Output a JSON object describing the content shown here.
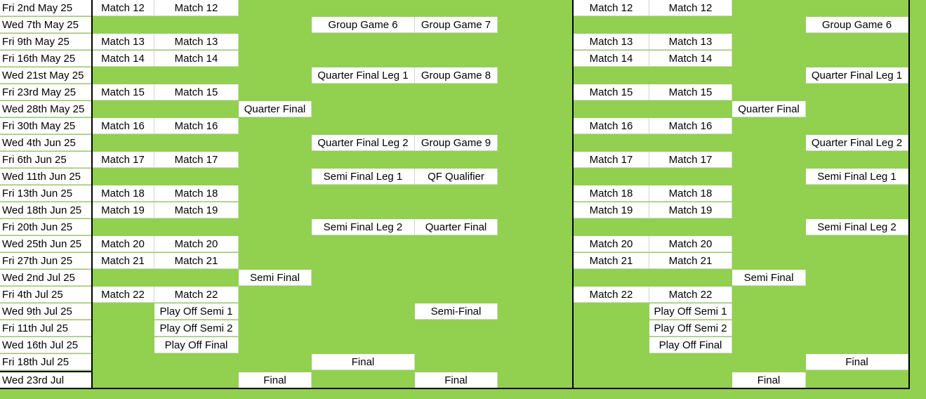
{
  "rows": [
    {
      "date": "Fri 2nd May 25",
      "c1": "Match 12",
      "c2": "Match 12",
      "c3": "",
      "c4": "",
      "c5": "",
      "c6": "Match 12",
      "c7": "Match 12",
      "c8": "",
      "c9": ""
    },
    {
      "date": "Wed 7th May 25",
      "c1": "",
      "c2": "",
      "c3": "",
      "c4": "Group Game 6",
      "c5": "Group Game 7",
      "c6": "",
      "c7": "",
      "c8": "",
      "c9": "Group Game 6"
    },
    {
      "date": "Fri 9th May 25",
      "c1": "Match 13",
      "c2": "Match 13",
      "c3": "",
      "c4": "",
      "c5": "",
      "c6": "Match 13",
      "c7": "Match 13",
      "c8": "",
      "c9": ""
    },
    {
      "date": "Fri 16th May 25",
      "c1": "Match 14",
      "c2": "Match 14",
      "c3": "",
      "c4": "",
      "c5": "",
      "c6": "Match 14",
      "c7": "Match 14",
      "c8": "",
      "c9": ""
    },
    {
      "date": "Wed 21st May 25",
      "c1": "",
      "c2": "",
      "c3": "",
      "c4": "Quarter Final Leg 1",
      "c5": "Group Game 8",
      "c6": "",
      "c7": "",
      "c8": "",
      "c9": "Quarter Final Leg 1"
    },
    {
      "date": "Fri 23rd May 25",
      "c1": "Match 15",
      "c2": "Match 15",
      "c3": "",
      "c4": "",
      "c5": "",
      "c6": "Match 15",
      "c7": "Match 15",
      "c8": "",
      "c9": ""
    },
    {
      "date": "Wed 28th May 25",
      "c1": "",
      "c2": "",
      "c3": "Quarter Final",
      "c4": "",
      "c5": "",
      "c6": "",
      "c7": "",
      "c8": "Quarter Final",
      "c9": ""
    },
    {
      "date": "Fri 30th May 25",
      "c1": "Match 16",
      "c2": "Match 16",
      "c3": "",
      "c4": "",
      "c5": "",
      "c6": "Match 16",
      "c7": "Match 16",
      "c8": "",
      "c9": ""
    },
    {
      "date": "Wed 4th Jun 25",
      "c1": "",
      "c2": "",
      "c3": "",
      "c4": "Quarter Final Leg 2",
      "c5": "Group Game 9",
      "c6": "",
      "c7": "",
      "c8": "",
      "c9": "Quarter Final Leg 2"
    },
    {
      "date": "Fri 6th Jun 25",
      "c1": "Match 17",
      "c2": "Match 17",
      "c3": "",
      "c4": "",
      "c5": "",
      "c6": "Match 17",
      "c7": "Match 17",
      "c8": "",
      "c9": ""
    },
    {
      "date": "Wed 11th Jun 25",
      "c1": "",
      "c2": "",
      "c3": "",
      "c4": "Semi Final Leg 1",
      "c5": "QF Qualifier",
      "c6": "",
      "c7": "",
      "c8": "",
      "c9": "Semi Final Leg 1"
    },
    {
      "date": "Fri 13th Jun 25",
      "c1": "Match 18",
      "c2": "Match 18",
      "c3": "",
      "c4": "",
      "c5": "",
      "c6": "Match 18",
      "c7": "Match 18",
      "c8": "",
      "c9": ""
    },
    {
      "date": "Wed 18th Jun 25",
      "c1": "Match 19",
      "c2": "Match 19",
      "c3": "",
      "c4": "",
      "c5": "",
      "c6": "Match 19",
      "c7": "Match 19",
      "c8": "",
      "c9": ""
    },
    {
      "date": "Fri 20th Jun 25",
      "c1": "",
      "c2": "",
      "c3": "",
      "c4": "Semi Final Leg 2",
      "c5": "Quarter Final",
      "c6": "",
      "c7": "",
      "c8": "",
      "c9": "Semi Final Leg 2"
    },
    {
      "date": "Wed 25th Jun 25",
      "c1": "Match 20",
      "c2": "Match 20",
      "c3": "",
      "c4": "",
      "c5": "",
      "c6": "Match 20",
      "c7": "Match 20",
      "c8": "",
      "c9": ""
    },
    {
      "date": "Fri 27th Jun 25",
      "c1": "Match 21",
      "c2": "Match 21",
      "c3": "",
      "c4": "",
      "c5": "",
      "c6": "Match 21",
      "c7": "Match 21",
      "c8": "",
      "c9": ""
    },
    {
      "date": "Wed 2nd Jul 25",
      "c1": "",
      "c2": "",
      "c3": "Semi Final",
      "c4": "",
      "c5": "",
      "c6": "",
      "c7": "",
      "c8": "Semi Final",
      "c9": ""
    },
    {
      "date": "Fri 4th Jul 25",
      "c1": "Match 22",
      "c2": "Match 22",
      "c3": "",
      "c4": "",
      "c5": "",
      "c6": "Match 22",
      "c7": "Match 22",
      "c8": "",
      "c9": ""
    },
    {
      "date": "Wed 9th Jul 25",
      "c1": "",
      "c2": "Play Off Semi 1",
      "c3": "",
      "c4": "",
      "c5": "Semi-Final",
      "c6": "",
      "c7": "Play Off Semi 1",
      "c8": "",
      "c9": ""
    },
    {
      "date": "Fri 11th Jul 25",
      "c1": "",
      "c2": "Play Off Semi 2",
      "c3": "",
      "c4": "",
      "c5": "",
      "c6": "",
      "c7": "Play Off Semi 2",
      "c8": "",
      "c9": ""
    },
    {
      "date": "Wed 16th Jul 25",
      "c1": "",
      "c2": "Play Off Final",
      "c3": "",
      "c4": "",
      "c5": "",
      "c6": "",
      "c7": "Play Off Final",
      "c8": "",
      "c9": ""
    },
    {
      "date": "Fri 18th Jul 25",
      "c1": "",
      "c2": "",
      "c3": "",
      "c4": "Final",
      "c5": "",
      "c6": "",
      "c7": "",
      "c8": "",
      "c9": "Final"
    },
    {
      "date": "Wed 23rd Jul",
      "c1": "",
      "c2": "",
      "c3": "Final",
      "c4": "",
      "c5": "Final",
      "c6": "",
      "c7": "",
      "c8": "Final",
      "c9": ""
    }
  ],
  "colors": {
    "background": "#92d050",
    "cell": "#ffffff",
    "grid": "#d4d4d4",
    "border": "#000000"
  }
}
